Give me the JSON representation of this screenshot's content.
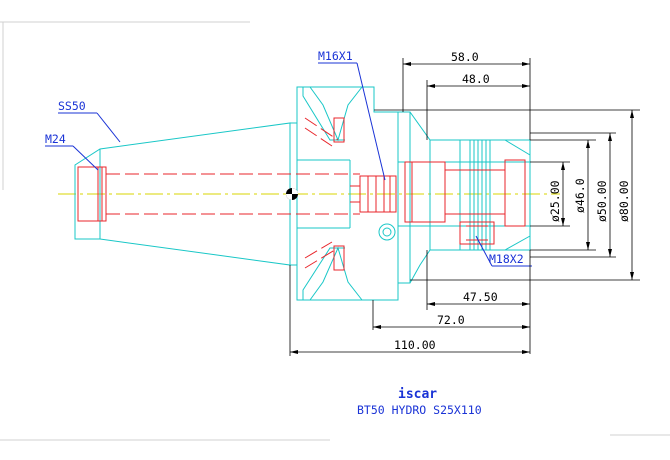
{
  "colors": {
    "body_outline": "#19c7c7",
    "hidden_lines": "#e8262b",
    "centerline": "#d9d400",
    "leaders": "#1a33d6",
    "dimensions": "#000000"
  },
  "labels": {
    "taper": "SS50",
    "thread_end": "M24",
    "thread_mid": "M16X1",
    "screw": "M18X2"
  },
  "dimensions": {
    "horizontal": [
      "58.0",
      "48.0",
      "47.50",
      "72.0",
      "110.00"
    ],
    "diameters": [
      "ø25.00",
      "ø46.0",
      "ø50.00",
      "ø80.00"
    ]
  },
  "logo": {
    "text": "iscar"
  },
  "title_text": "BT50 HYDRO S25X110"
}
